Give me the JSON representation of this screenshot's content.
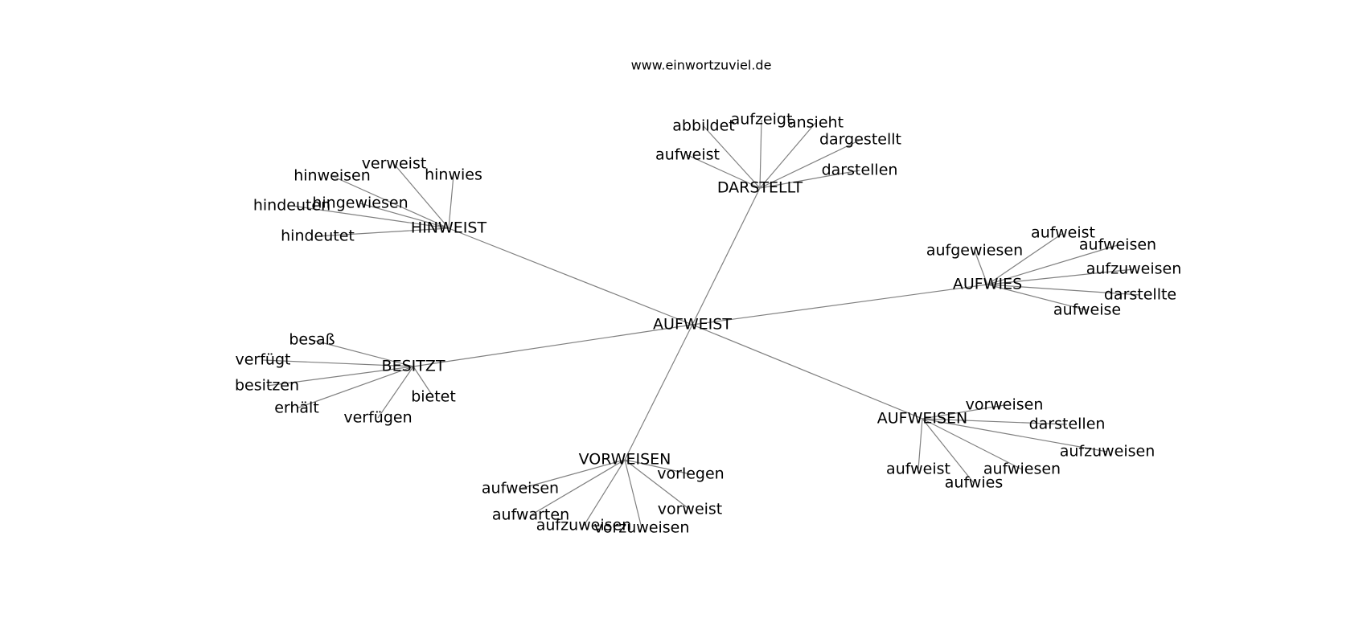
{
  "caption": "www.einwortzuviel.de",
  "colors": {
    "edge": "#808080",
    "text": "#000000",
    "background": "#ffffff"
  },
  "center": "AUFWEIST",
  "clusters": [
    {
      "hub": "DARSTELLT",
      "leaves": [
        "abbildet",
        "aufzeigt",
        "ansieht",
        "dargestellt",
        "aufweist",
        "darstellen"
      ]
    },
    {
      "hub": "HINWEIST",
      "leaves": [
        "verweist",
        "hinweisen",
        "hinwies",
        "hingewiesen",
        "hindeuten",
        "hindeutet"
      ]
    },
    {
      "hub": "AUFWIES",
      "leaves": [
        "aufweist",
        "aufweisen",
        "aufgewiesen",
        "aufzuweisen",
        "darstellte",
        "aufweise"
      ]
    },
    {
      "hub": "BESITZT",
      "leaves": [
        "besaß",
        "verfügt",
        "besitzen",
        "erhält",
        "bietet",
        "verfügen"
      ]
    },
    {
      "hub": "AUFWEISEN",
      "leaves": [
        "vorweisen",
        "darstellen",
        "aufzuweisen",
        "aufweist",
        "aufwiesen",
        "aufwies"
      ]
    },
    {
      "hub": "VORWEISEN",
      "leaves": [
        "vorlegen",
        "aufweisen",
        "aufwarten",
        "vorweist",
        "aufzuweisen",
        "vorzuweisen"
      ]
    }
  ]
}
